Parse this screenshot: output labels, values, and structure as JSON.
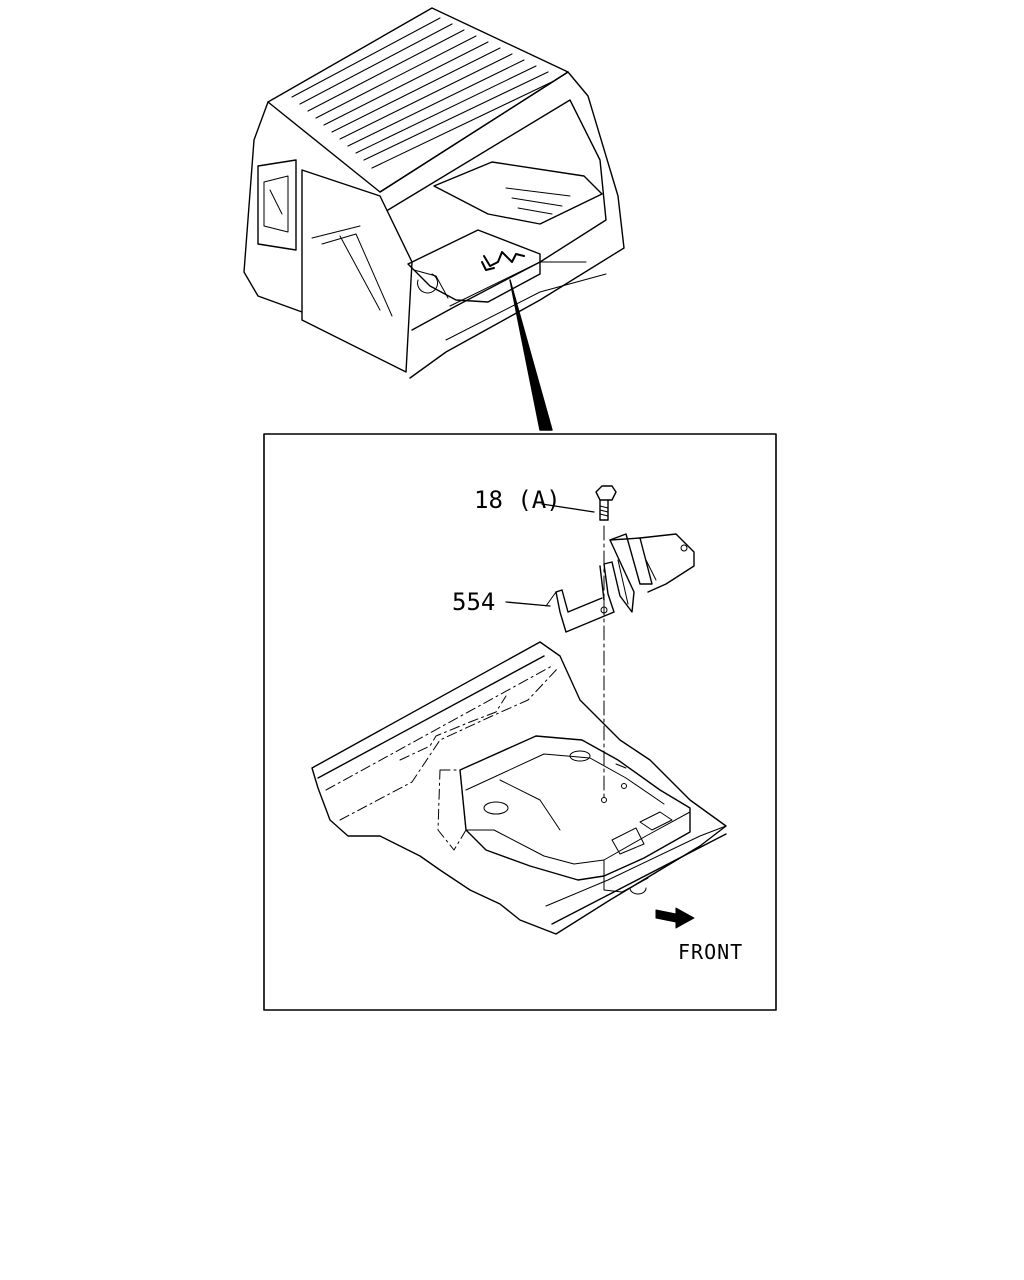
{
  "callouts": {
    "bolt": "18 (A)",
    "bracket": "554"
  },
  "orientation": {
    "front_label": "FRONT"
  },
  "colors": {
    "ink": "#000000",
    "background": "#ffffff"
  }
}
